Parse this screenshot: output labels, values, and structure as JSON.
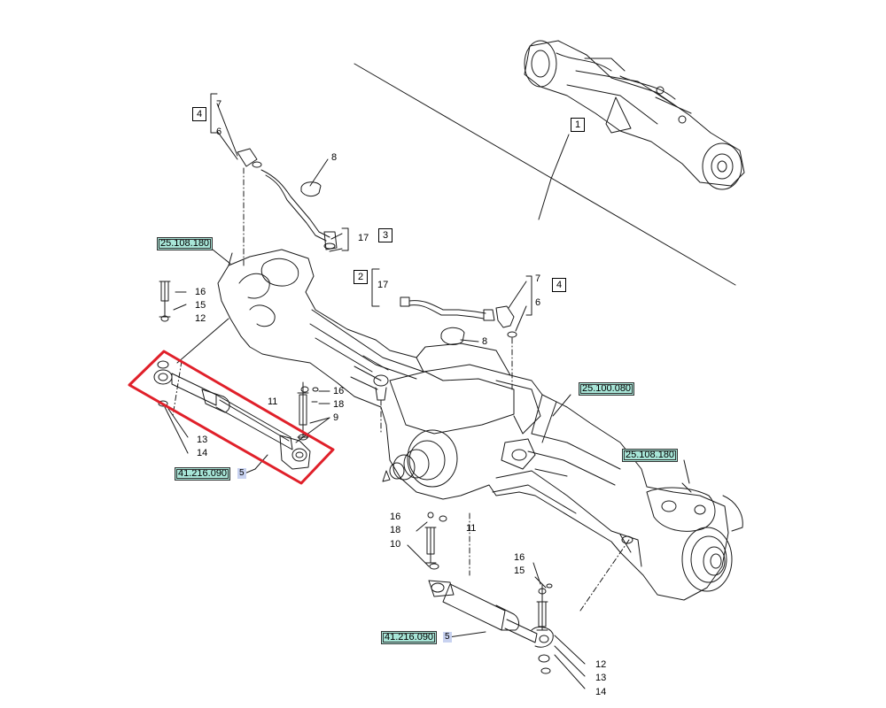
{
  "callouts": {
    "c4a": "4",
    "c7a": "7",
    "c6a": "6",
    "c8a": "8",
    "c17a": "17",
    "c3": "3",
    "c2": "2",
    "c17b": "17",
    "c7b": "7",
    "c6b": "6",
    "c4b": "4",
    "c8b": "8",
    "c1": "1",
    "c16a": "16",
    "c15a": "15",
    "c12a": "12",
    "c13a": "13",
    "c14a": "14",
    "c11a": "11",
    "c16b": "16",
    "c18a": "18",
    "c9": "9",
    "c16c": "16",
    "c18b": "18",
    "c10": "10",
    "c11b": "11",
    "c16d": "16",
    "c15b": "15",
    "c12b": "12",
    "c13b": "13",
    "c14b": "14"
  },
  "refs": {
    "r1": "25.108.180",
    "r2": "25.100.080",
    "r3": "25.108.180",
    "r4": "41.216.090",
    "r5": "41.216.090"
  },
  "subs": {
    "s1": "5",
    "s2": "5"
  },
  "colors": {
    "ref_bg": "#a8e6d8",
    "sub_bg": "#c8d2f0",
    "highlight": "#e0202a"
  }
}
